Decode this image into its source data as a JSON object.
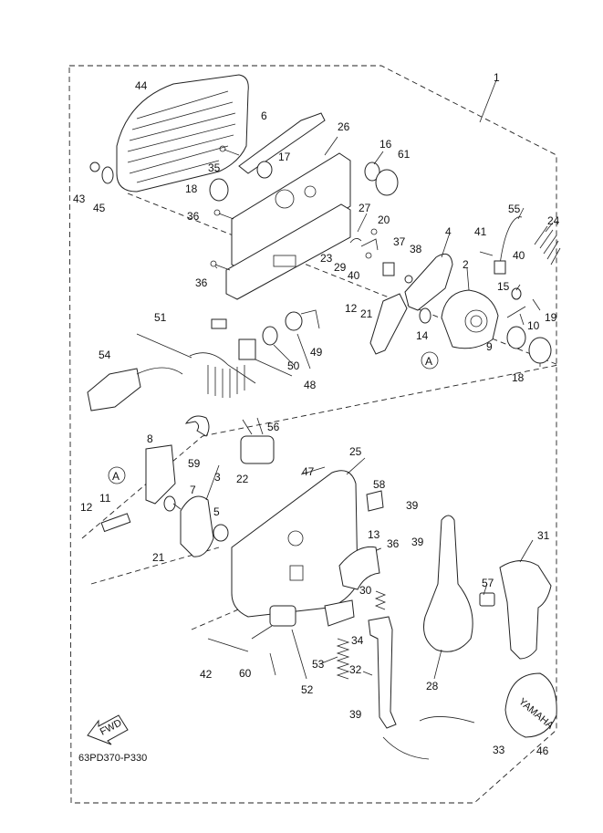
{
  "diagram": {
    "drawing_code": "63PD370-P330",
    "fwd_label": "FWD",
    "reference_marker": "A",
    "brand_mark": "YAMAHA",
    "callouts": [
      "1",
      "2",
      "3",
      "4",
      "5",
      "6",
      "7",
      "8",
      "9",
      "10",
      "11",
      "12",
      "12",
      "13",
      "14",
      "15",
      "16",
      "17",
      "18",
      "18",
      "19",
      "20",
      "21",
      "21",
      "22",
      "23",
      "24",
      "25",
      "26",
      "27",
      "28",
      "29",
      "30",
      "31",
      "32",
      "33",
      "34",
      "35",
      "36",
      "36",
      "36",
      "37",
      "38",
      "39",
      "39",
      "39",
      "40",
      "40",
      "41",
      "42",
      "43",
      "44",
      "45",
      "46",
      "47",
      "48",
      "49",
      "50",
      "51",
      "52",
      "53",
      "54",
      "55",
      "56",
      "57",
      "58",
      "59",
      "60",
      "61"
    ]
  }
}
